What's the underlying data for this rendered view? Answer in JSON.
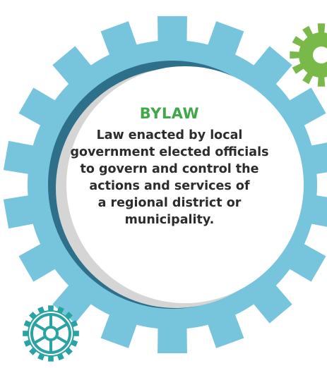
{
  "term": "BYLAW",
  "definition_lines": [
    "Law enacted by local",
    "government elected officials",
    "to govern and control the",
    "actions and services of",
    "a regional district or",
    "municipality."
  ],
  "colors": {
    "main_gear": "#76c5dc",
    "inner_ring": "#2e6f8a",
    "shadow": "#d5d5d5",
    "green_gear": "#79b94a",
    "teal_wheel": "#2aa3a3",
    "term_text": "#41a847",
    "body_text": "#2c2c2c"
  },
  "icons": {
    "main": "gear-icon",
    "corner_top_right": "gear-icon",
    "corner_bottom_left": "ship-wheel-icon"
  }
}
